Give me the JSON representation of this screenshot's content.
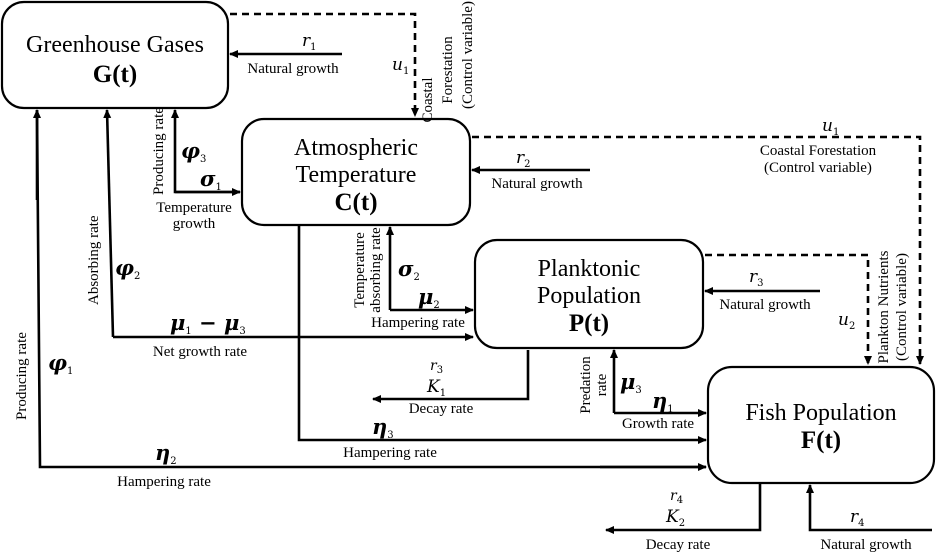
{
  "compartments": {
    "greenhouse": {
      "title": "Greenhouse Gases",
      "variable": "G(t)"
    },
    "temperature": {
      "title_line1": "Atmospheric",
      "title_line2": "Temperature",
      "variable": "C(t)"
    },
    "plankton": {
      "title_line1": "Planktonic",
      "title_line2": "Population",
      "variable": "P(t)"
    },
    "fish": {
      "title": "Fish Population",
      "variable": "F(t)"
    }
  },
  "flows": {
    "g_natural": {
      "symbol": "r",
      "sub": "1",
      "label": "Natural growth"
    },
    "c_natural": {
      "symbol": "r",
      "sub": "2",
      "label": "Natural growth"
    },
    "p_natural": {
      "symbol": "r",
      "sub": "3",
      "label": "Natural growth"
    },
    "f_natural": {
      "symbol": "r",
      "sub": "4",
      "label": "Natural growth"
    },
    "control_u1_g": {
      "symbol": "u",
      "sub": "1",
      "label_line1": "Coastal",
      "label_line2": "Forestation",
      "label_line3": "(Control variable)"
    },
    "control_u1_c": {
      "symbol": "u",
      "sub": "1",
      "label_line1": "Coastal Forestation",
      "label_line2": "(Control variable)"
    },
    "control_u2": {
      "symbol": "u",
      "sub": "2",
      "label_line1": "Plankton Nutrients",
      "label_line2": "(Control variable)"
    },
    "phi3": {
      "symbol": "φ",
      "sub": "3",
      "label": "Producing rate"
    },
    "sigma1": {
      "symbol": "σ",
      "sub": "1",
      "label_line1": "Temperature",
      "label_line2": "growth"
    },
    "phi2": {
      "symbol": "φ",
      "sub": "2",
      "label": "Absorbing rate"
    },
    "phi1": {
      "symbol": "φ",
      "sub": "1",
      "label": "Producing rate"
    },
    "net_growth": {
      "symbol_a": "μ",
      "sub_a": "1",
      "op": " − ",
      "symbol_b": "μ",
      "sub_b": "3",
      "label": "Net growth rate"
    },
    "sigma2": {
      "symbol": "σ",
      "sub": "2",
      "label_line1": "Temperature",
      "label_line2": "absorbing rate"
    },
    "mu2": {
      "symbol": "μ",
      "sub": "2",
      "label": "Hampering rate"
    },
    "p_decay": {
      "num_symbol": "r",
      "num_sub": "3",
      "den_symbol": "K",
      "den_sub": "1",
      "label": "Decay rate"
    },
    "mu3": {
      "symbol": "μ",
      "sub": "3",
      "label_line1": "Predation",
      "label_line2": "rate"
    },
    "eta1": {
      "symbol": "η",
      "sub": "1",
      "label": "Growth rate"
    },
    "eta3": {
      "symbol": "η",
      "sub": "3",
      "label": "Hampering rate"
    },
    "eta2": {
      "symbol": "η",
      "sub": "2",
      "label": "Hampering rate"
    },
    "f_decay": {
      "num_symbol": "r",
      "num_sub": "4",
      "den_symbol": "K",
      "den_sub": "2",
      "label": "Decay rate"
    }
  }
}
